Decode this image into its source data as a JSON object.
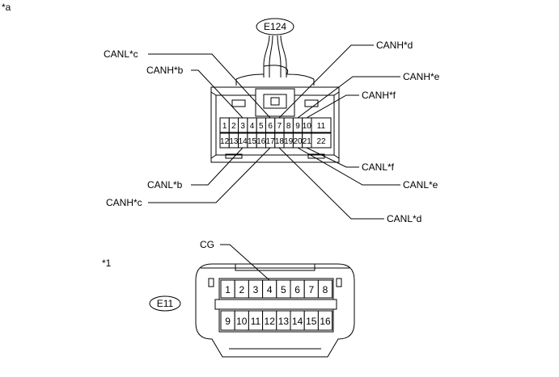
{
  "figure_notes": {
    "top": "*a",
    "bottom": "*1"
  },
  "connector_e124": {
    "id": "E124",
    "row1_pins": [
      "1",
      "2",
      "3",
      "4",
      "5",
      "6",
      "7",
      "8",
      "9",
      "10",
      "11"
    ],
    "row2_pins": [
      "12",
      "13",
      "14",
      "15",
      "16",
      "17",
      "18",
      "19",
      "20",
      "21",
      "22"
    ],
    "labels": {
      "canl_c": "CANL*c",
      "canh_b": "CANH*b",
      "canh_d": "CANH*d",
      "canh_e": "CANH*e",
      "canh_f": "CANH*f",
      "canl_f": "CANL*f",
      "canl_e": "CANL*e",
      "canl_b": "CANL*b",
      "canh_c": "CANH*c",
      "canl_d": "CANL*d"
    }
  },
  "connector_e11": {
    "id": "E11",
    "row1_pins": [
      "1",
      "2",
      "3",
      "4",
      "5",
      "6",
      "7",
      "8"
    ],
    "row2_pins": [
      "9",
      "10",
      "11",
      "12",
      "13",
      "14",
      "15",
      "16"
    ],
    "labels": {
      "cg": "CG"
    }
  }
}
